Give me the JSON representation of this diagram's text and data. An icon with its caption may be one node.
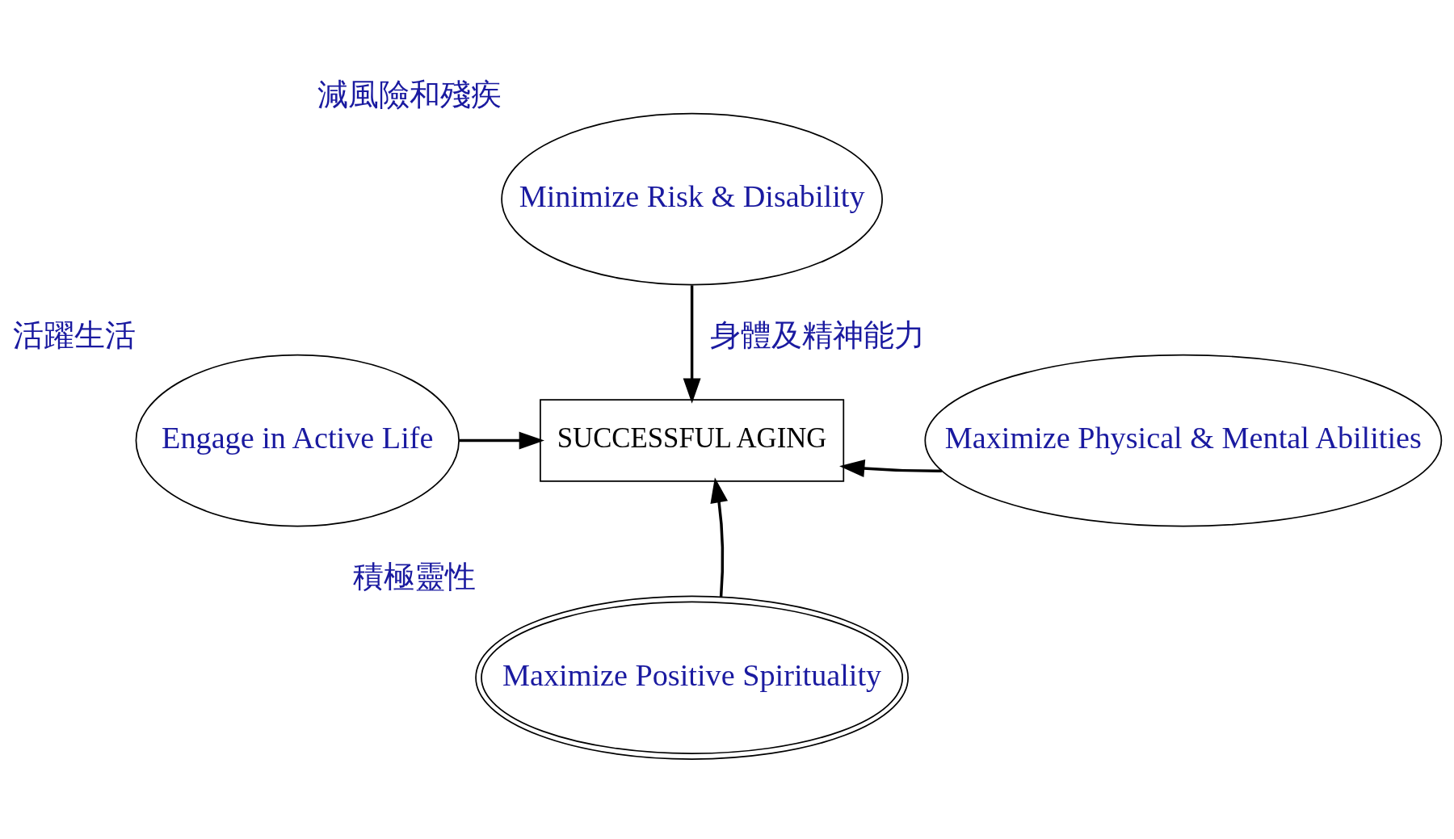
{
  "diagram": {
    "nodes": [
      {
        "text": [
          "Minimize Risk & Disability"
        ],
        "beside": [
          "減風險和殘疾"
        ]
      },
      {
        "text": [
          "Engage in Active Life"
        ],
        "beside": [
          "活躍生活"
        ]
      },
      {
        "text": [
          "SUCCESSFUL AGING"
        ]
      },
      {
        "text": [
          "Maximize Physical & Mental Abilities"
        ],
        "beside": [
          "身體及精神能力"
        ]
      },
      {
        "text": [
          "Maximize Positive Spirituality"
        ],
        "beside": [
          "積極靈性"
        ]
      }
    ],
    "edges": [
      {
        "from": 0,
        "to": 2,
        "arrow": "to"
      },
      {
        "from": 1,
        "to": 2,
        "arrow": "to"
      },
      {
        "from": 3,
        "to": 2,
        "arrow": "to"
      },
      {
        "from": 4,
        "to": 2,
        "arrow": "to"
      }
    ]
  }
}
